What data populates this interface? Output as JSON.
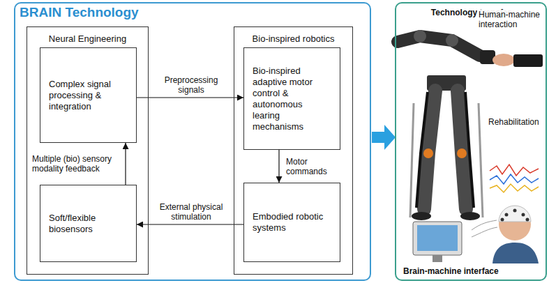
{
  "diagram": {
    "nodes": [
      {
        "text": [
          "BRAIN Technology"
        ]
      },
      {
        "text": [
          "Neural Engineering"
        ],
        "in": 0
      },
      {
        "text": [
          "Complex signal processing & integration"
        ],
        "in": 1
      },
      {
        "text": [
          "Soft/flexible biosensors"
        ],
        "in": 1
      },
      {
        "text": [
          "Bio-inspired robotics"
        ],
        "in": 0
      },
      {
        "text": [
          "Bio-inspired adaptive motor control & autonomous learing mechanisms"
        ],
        "in": 4
      },
      {
        "text": [
          "Embodied robotic systems"
        ],
        "in": 4
      },
      {
        "text": [
          "Technology transfer"
        ]
      }
    ],
    "edges": [
      {
        "from": 2,
        "to": 5,
        "label": "Preprocessing signals",
        "arrow": "to"
      },
      {
        "from": 5,
        "to": 6,
        "label": "Motor commands",
        "arrow": "to"
      },
      {
        "from": 6,
        "to": 3,
        "label": "External physical stimulation",
        "arrow": "to"
      },
      {
        "from": 3,
        "to": 2,
        "label": "Multiple (bio) sensory modality feedback",
        "arrow": "to"
      },
      {
        "from": 0,
        "to": 7,
        "arrow": "to"
      }
    ],
    "labels": [
      "Human-machine interaction",
      "Rehabilitation",
      "Brain-machine interface"
    ]
  }
}
